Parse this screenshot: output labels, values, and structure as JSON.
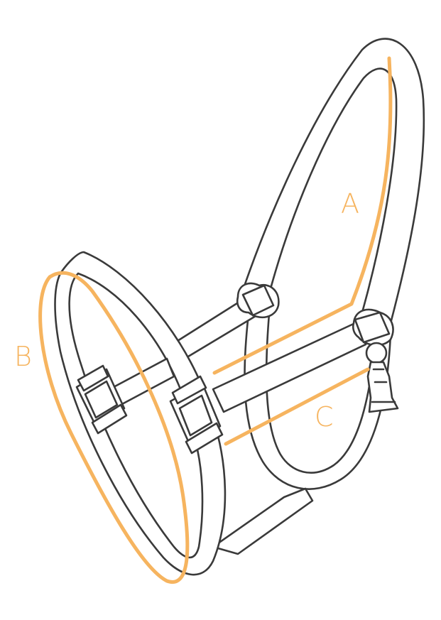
{
  "diagram": {
    "labels": {
      "a": "A",
      "b": "B",
      "c": "C"
    },
    "colors": {
      "outline": "#3a3a3a",
      "measure": "#f6b45f",
      "background": "#ffffff"
    }
  }
}
